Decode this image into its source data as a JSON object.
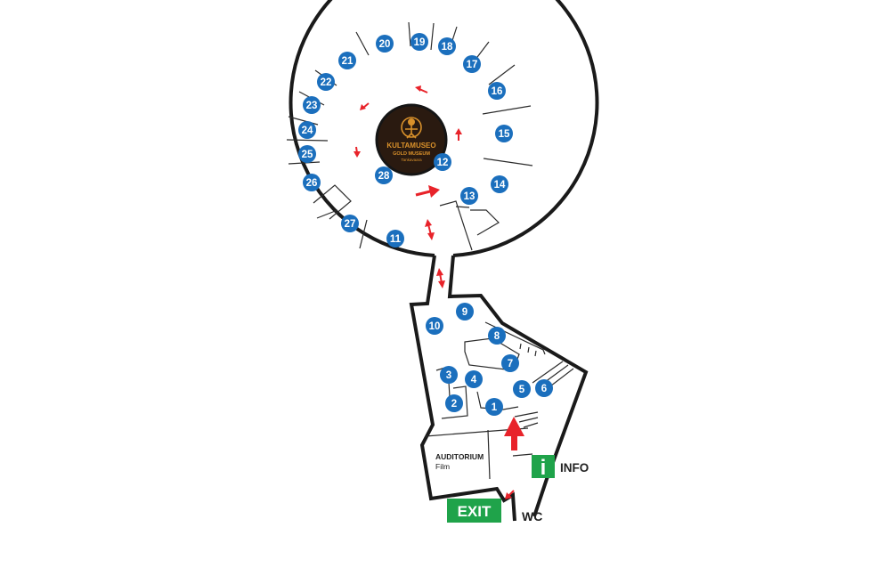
{
  "logo": {
    "line1": "KULTAMUSEO",
    "line2": "GOLD MUSEUM",
    "line3": "Tankavaara"
  },
  "stops": [
    {
      "id": "stop-1",
      "label": "1"
    },
    {
      "id": "stop-2",
      "label": "2"
    },
    {
      "id": "stop-3",
      "label": "3"
    },
    {
      "id": "stop-4",
      "label": "4"
    },
    {
      "id": "stop-5",
      "label": "5"
    },
    {
      "id": "stop-6",
      "label": "6"
    },
    {
      "id": "stop-7",
      "label": "7"
    },
    {
      "id": "stop-8",
      "label": "8"
    },
    {
      "id": "stop-9",
      "label": "9"
    },
    {
      "id": "stop-10",
      "label": "10"
    },
    {
      "id": "stop-11",
      "label": "11"
    },
    {
      "id": "stop-12",
      "label": "12"
    },
    {
      "id": "stop-13",
      "label": "13"
    },
    {
      "id": "stop-14",
      "label": "14"
    },
    {
      "id": "stop-15",
      "label": "15"
    },
    {
      "id": "stop-16",
      "label": "16"
    },
    {
      "id": "stop-17",
      "label": "17"
    },
    {
      "id": "stop-18",
      "label": "18"
    },
    {
      "id": "stop-19",
      "label": "19"
    },
    {
      "id": "stop-20",
      "label": "20"
    },
    {
      "id": "stop-21",
      "label": "21"
    },
    {
      "id": "stop-22",
      "label": "22"
    },
    {
      "id": "stop-23",
      "label": "23"
    },
    {
      "id": "stop-24",
      "label": "24"
    },
    {
      "id": "stop-25",
      "label": "25"
    },
    {
      "id": "stop-26",
      "label": "26"
    },
    {
      "id": "stop-27",
      "label": "27"
    },
    {
      "id": "stop-28",
      "label": "28"
    }
  ],
  "rooms": {
    "auditorium": "AUDITORIUM",
    "film": "Film"
  },
  "signs": {
    "info_icon": "i",
    "info": "INFO",
    "exit": "EXIT",
    "wc": "WC"
  },
  "colors": {
    "stop_marker": "#1b6fbd",
    "arrow": "#e8232a",
    "sign_green": "#1fa34a",
    "logo_gold": "#d9912b",
    "logo_bg": "#2a1a10"
  }
}
